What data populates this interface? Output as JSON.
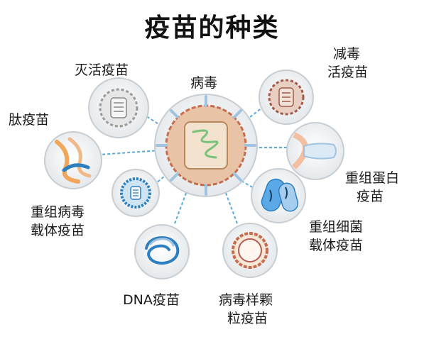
{
  "title": "疫苗的种类",
  "center": {
    "label": "病毒"
  },
  "types": {
    "inactivated": "灭活疫苗",
    "live_attenuated": [
      "减毒",
      "活疫苗"
    ],
    "peptide": "肽疫苗",
    "recombinant_protein": [
      "重组蛋白",
      "疫苗"
    ],
    "viral_vector": [
      "重组病毒",
      "载体疫苗"
    ],
    "bacterial_vector": [
      "重组细菌",
      "载体疫苗"
    ],
    "dna": "DNA疫苗",
    "vlp": [
      "病毒样颗",
      "粒疫苗"
    ]
  },
  "colors": {
    "connector": "#5aa9d6",
    "circle_fill": "#eef1f3",
    "circle_stroke": "#c8cdd2",
    "virus_core": "#d9b48f",
    "virus_rna": "#78c27a",
    "vector_blue": "#2d7fc0",
    "peptide_orange": "#f2a65a"
  }
}
